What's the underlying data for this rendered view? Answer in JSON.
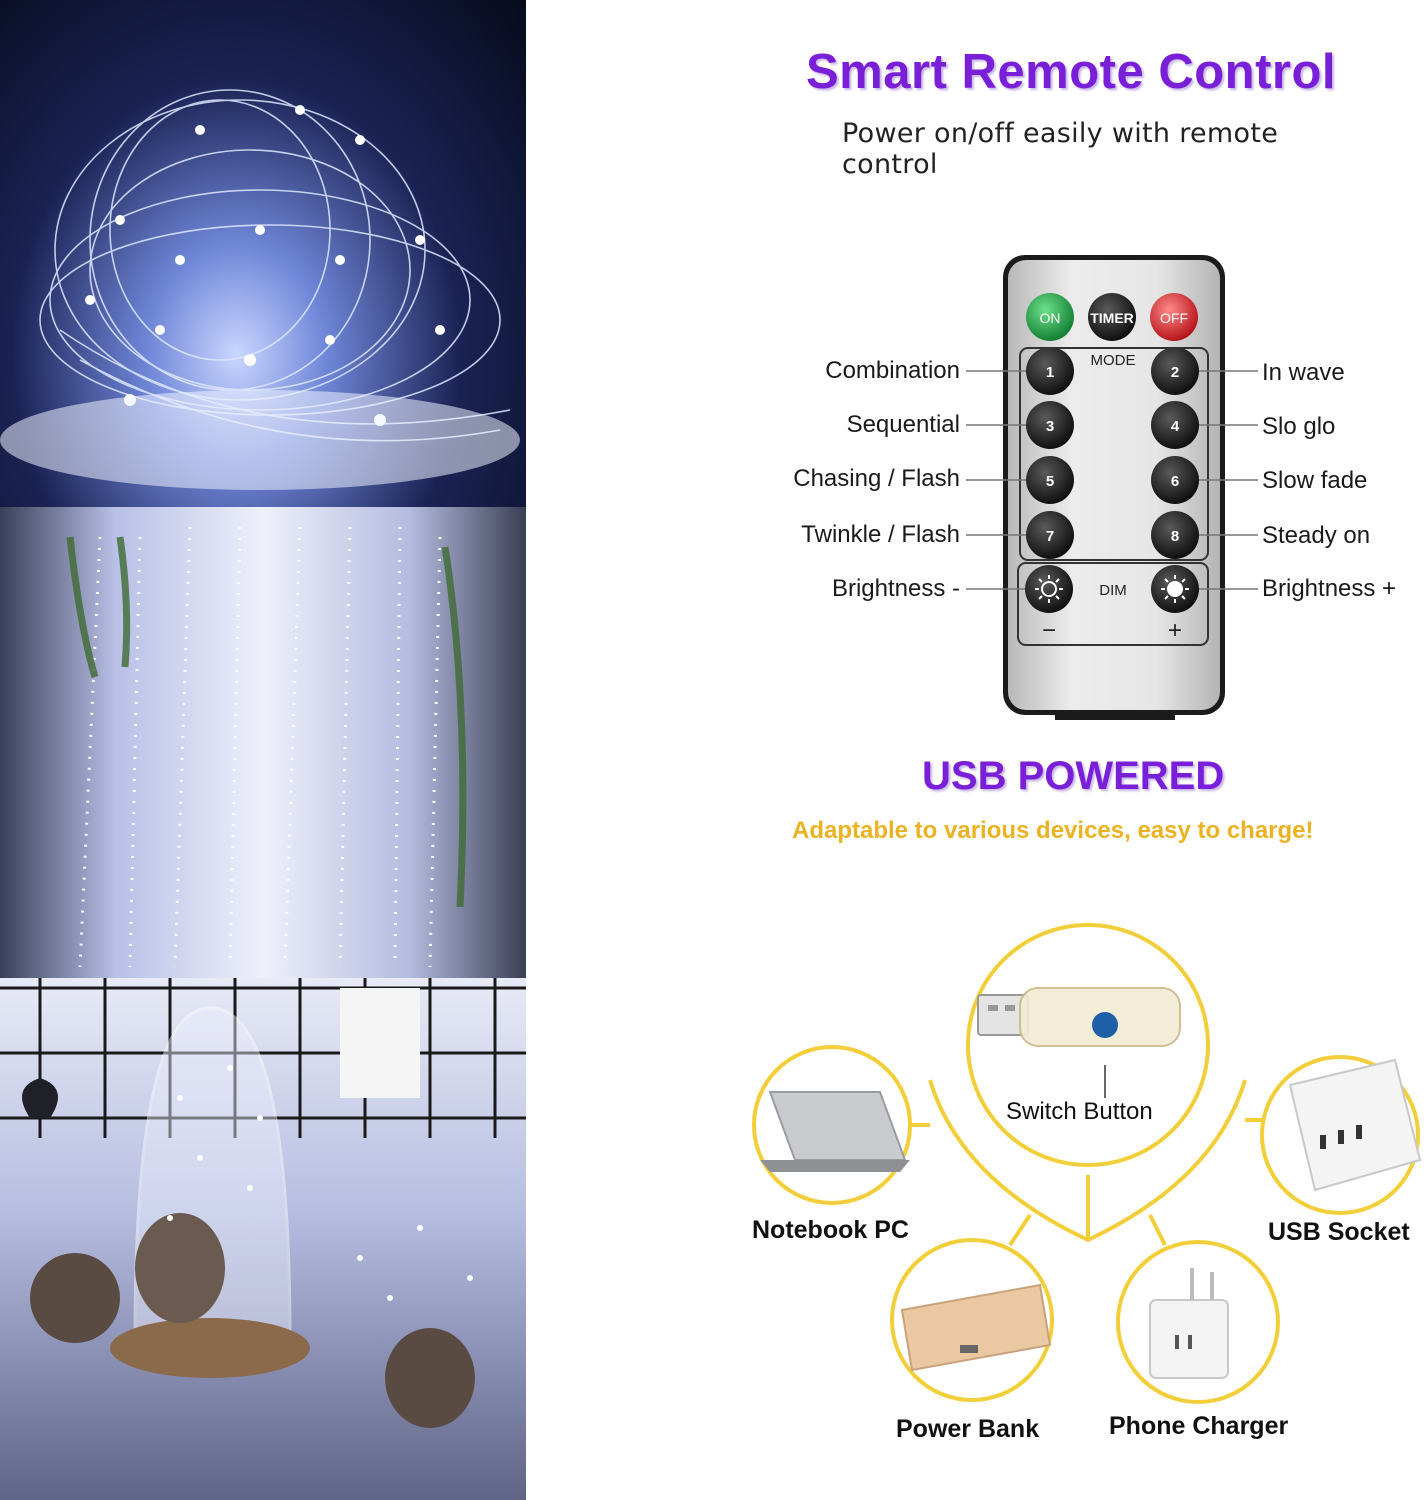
{
  "title": "Smart Remote Control",
  "subtitle": "Power on/off easily with remote control",
  "remote": {
    "top_buttons": [
      {
        "label": "ON",
        "color": "#1fa24a"
      },
      {
        "label": "TIMER",
        "color": "#1b1b1b"
      },
      {
        "label": "OFF",
        "color": "#d8232a"
      }
    ],
    "mode_label": "MODE",
    "mode_buttons": [
      "1",
      "2",
      "3",
      "4",
      "5",
      "6",
      "7",
      "8"
    ],
    "dim_label": "DIM",
    "minus_sign": "−",
    "plus_sign": "+"
  },
  "left_labels": [
    "Combination",
    "Sequential",
    "Chasing / Flash",
    "Twinkle / Flash",
    "Brightness -"
  ],
  "right_labels": [
    "In wave",
    "Slo glo",
    "Slow fade",
    "Steady on",
    "Brightness +"
  ],
  "usb_title": "USB POWERED",
  "usb_subtitle": "Adaptable to various devices, easy to charge!",
  "devices": {
    "switch_button": "Switch Button",
    "notebook": "Notebook PC",
    "socket": "USB Socket",
    "power_bank": "Power Bank",
    "charger": "Phone Charger"
  },
  "colors": {
    "accent_purple": "#7a1fd8",
    "accent_yellow": "#ebb324",
    "circle_yellow": "#f2cf3a"
  }
}
